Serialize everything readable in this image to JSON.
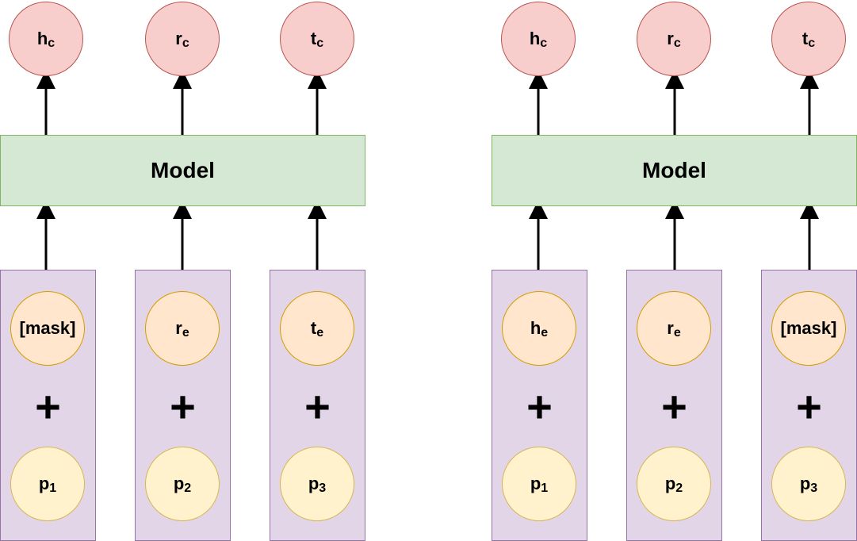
{
  "panels": [
    {
      "outputs": [
        {
          "base": "h",
          "sub": "c"
        },
        {
          "base": "r",
          "sub": "c"
        },
        {
          "base": "t",
          "sub": "c"
        }
      ],
      "model_label": "Model",
      "inputs": [
        {
          "token": {
            "base": "[mask]",
            "sub": ""
          },
          "plus": "+",
          "pos": {
            "base": "p",
            "sub": "1"
          }
        },
        {
          "token": {
            "base": "r",
            "sub": "e"
          },
          "plus": "+",
          "pos": {
            "base": "p",
            "sub": "2"
          }
        },
        {
          "token": {
            "base": "t",
            "sub": "e"
          },
          "plus": "+",
          "pos": {
            "base": "p",
            "sub": "3"
          }
        }
      ]
    },
    {
      "outputs": [
        {
          "base": "h",
          "sub": "c"
        },
        {
          "base": "r",
          "sub": "c"
        },
        {
          "base": "t",
          "sub": "c"
        }
      ],
      "model_label": "Model",
      "inputs": [
        {
          "token": {
            "base": "h",
            "sub": "e"
          },
          "plus": "+",
          "pos": {
            "base": "p",
            "sub": "1"
          }
        },
        {
          "token": {
            "base": "r",
            "sub": "e"
          },
          "plus": "+",
          "pos": {
            "base": "p",
            "sub": "2"
          }
        },
        {
          "token": {
            "base": "[mask]",
            "sub": ""
          },
          "plus": "+",
          "pos": {
            "base": "p",
            "sub": "3"
          }
        }
      ]
    }
  ],
  "colors": {
    "output_fill": "#f8cecc",
    "model_fill": "#d5e8d4",
    "column_fill": "#e1d5e7",
    "token_fill": "#ffe6cc",
    "position_fill": "#fff2cc"
  }
}
